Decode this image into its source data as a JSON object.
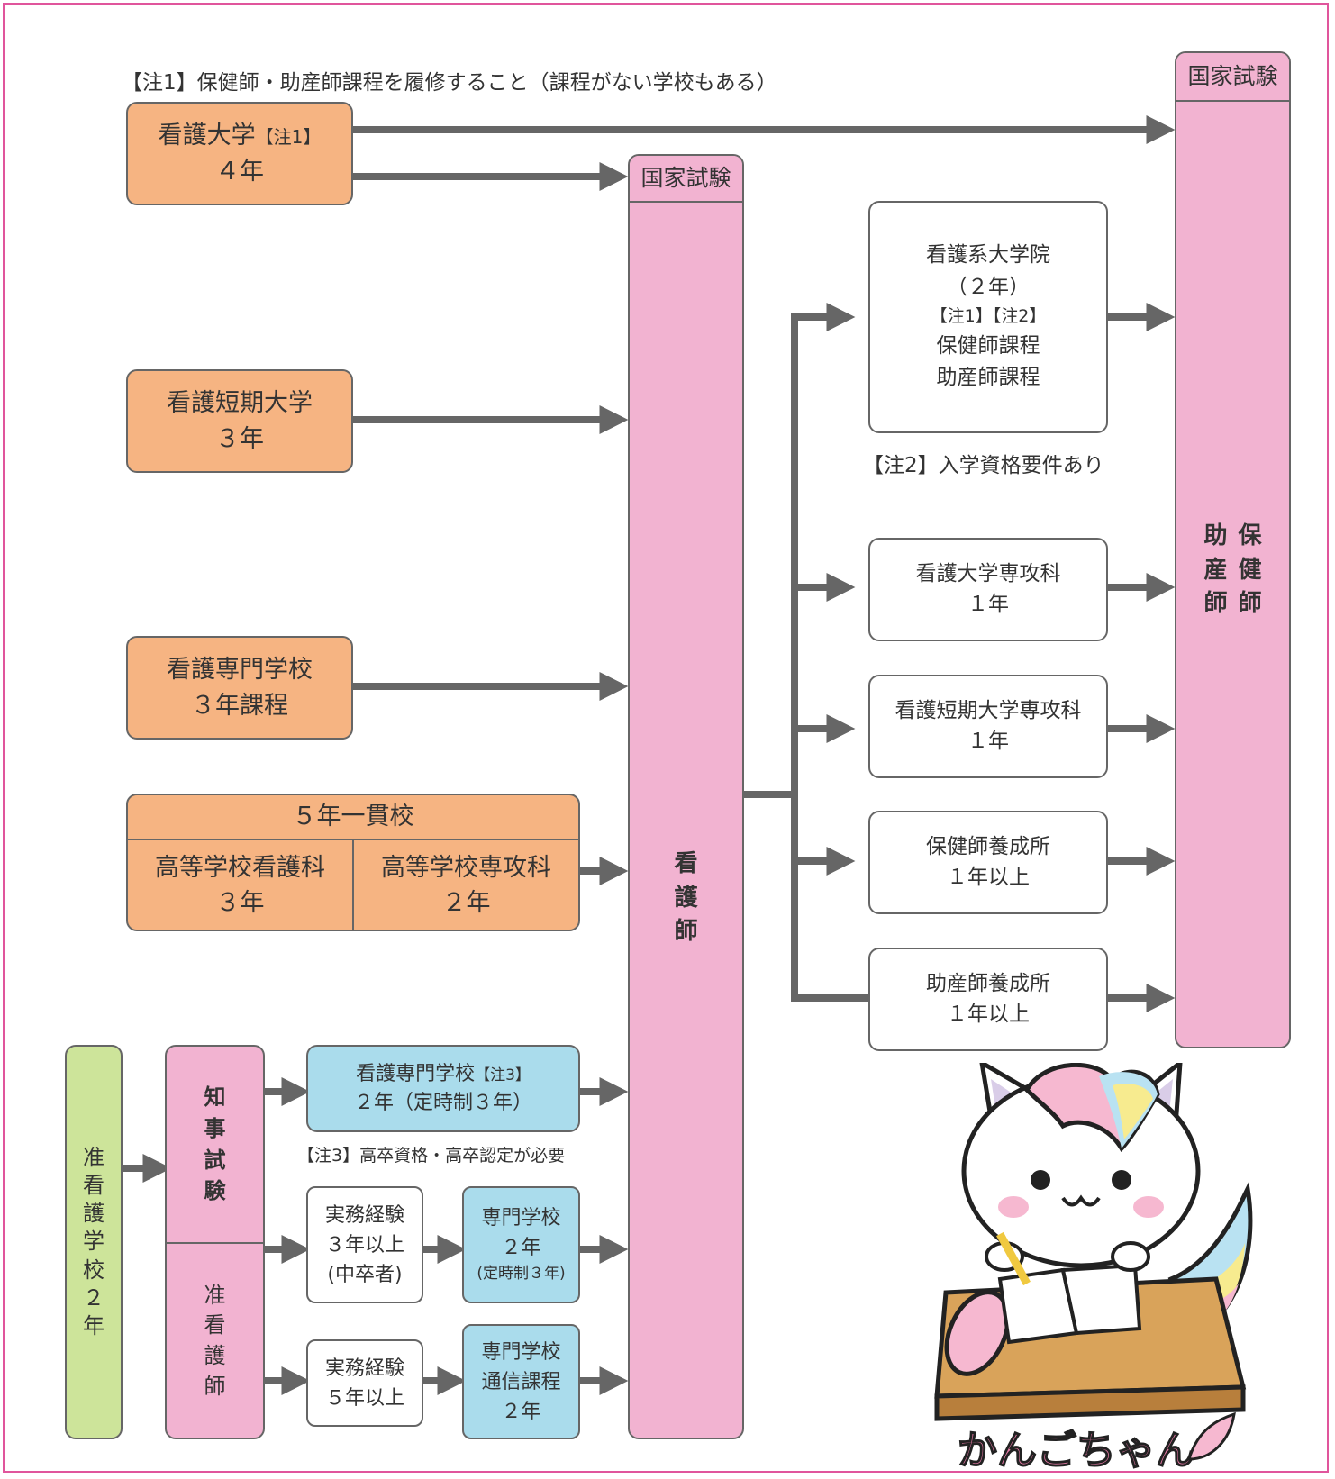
{
  "notes": {
    "note1": "【注1】保健師・助産師課程を履修すること（課程がない学校もある）",
    "note2": "【注2】入学資格要件あり",
    "note3": "【注3】高卒資格・高卒認定が必要"
  },
  "exam_label": "国家試験",
  "left": {
    "univ": {
      "name": "看護大学",
      "tag": "【注1】",
      "years": "４年"
    },
    "junior": {
      "name": "看護短期大学",
      "years": "３年"
    },
    "senmon": {
      "name": "看護専門学校",
      "years": "３年課程"
    },
    "five": {
      "title": "５年一貫校",
      "a_name": "高等学校看護科",
      "a_years": "３年",
      "b_name": "高等学校専攻科",
      "b_years": "２年"
    }
  },
  "nurse_column": {
    "chars": [
      "看",
      "護",
      "師"
    ]
  },
  "post": {
    "grad": {
      "l1": "看護系大学院",
      "l2": "（２年）",
      "l3": "【注1】【注2】",
      "l4": "保健師課程",
      "l5": "助産師課程"
    },
    "univ_sp": {
      "name": "看護大学専攻科",
      "years": "１年"
    },
    "junior_sp": {
      "name": "看護短期大学専攻科",
      "years": "１年"
    },
    "phn_school": {
      "name": "保健師養成所",
      "years": "１年以上"
    },
    "mw_school": {
      "name": "助産師養成所",
      "years": "１年以上"
    }
  },
  "right_column": {
    "col1": [
      "保",
      "健",
      "師"
    ],
    "col2": [
      "助",
      "産",
      "師"
    ]
  },
  "lower": {
    "assoc_school": {
      "chars": [
        "准",
        "看",
        "護",
        "学",
        "校",
        "２",
        "年"
      ]
    },
    "governor_exam": {
      "chars": [
        "知",
        "事",
        "試",
        "験"
      ]
    },
    "assoc_nurse": {
      "chars": [
        "准",
        "看",
        "護",
        "師"
      ]
    },
    "senmon2": {
      "name": "看護専門学校",
      "tag": "【注3】",
      "years": "２年（定時制３年）"
    },
    "exp3": {
      "l1": "実務経験",
      "l2": "３年以上",
      "l3": "(中卒者)"
    },
    "school2": {
      "l1": "専門学校",
      "l2": "２年",
      "l3": "(定時制３年)"
    },
    "exp5": {
      "l1": "実務経験",
      "l2": "５年以上"
    },
    "school_corr": {
      "l1": "専門学校",
      "l2": "通信課程",
      "l3": "２年"
    }
  },
  "mascot": {
    "logo": "かんごちゃん"
  },
  "colors": {
    "orange": "#f6b482",
    "pink": "#f2b3d1",
    "blue": "#aadcec",
    "green": "#cde49a",
    "arrow": "#666666",
    "frame": "#e0559c"
  }
}
